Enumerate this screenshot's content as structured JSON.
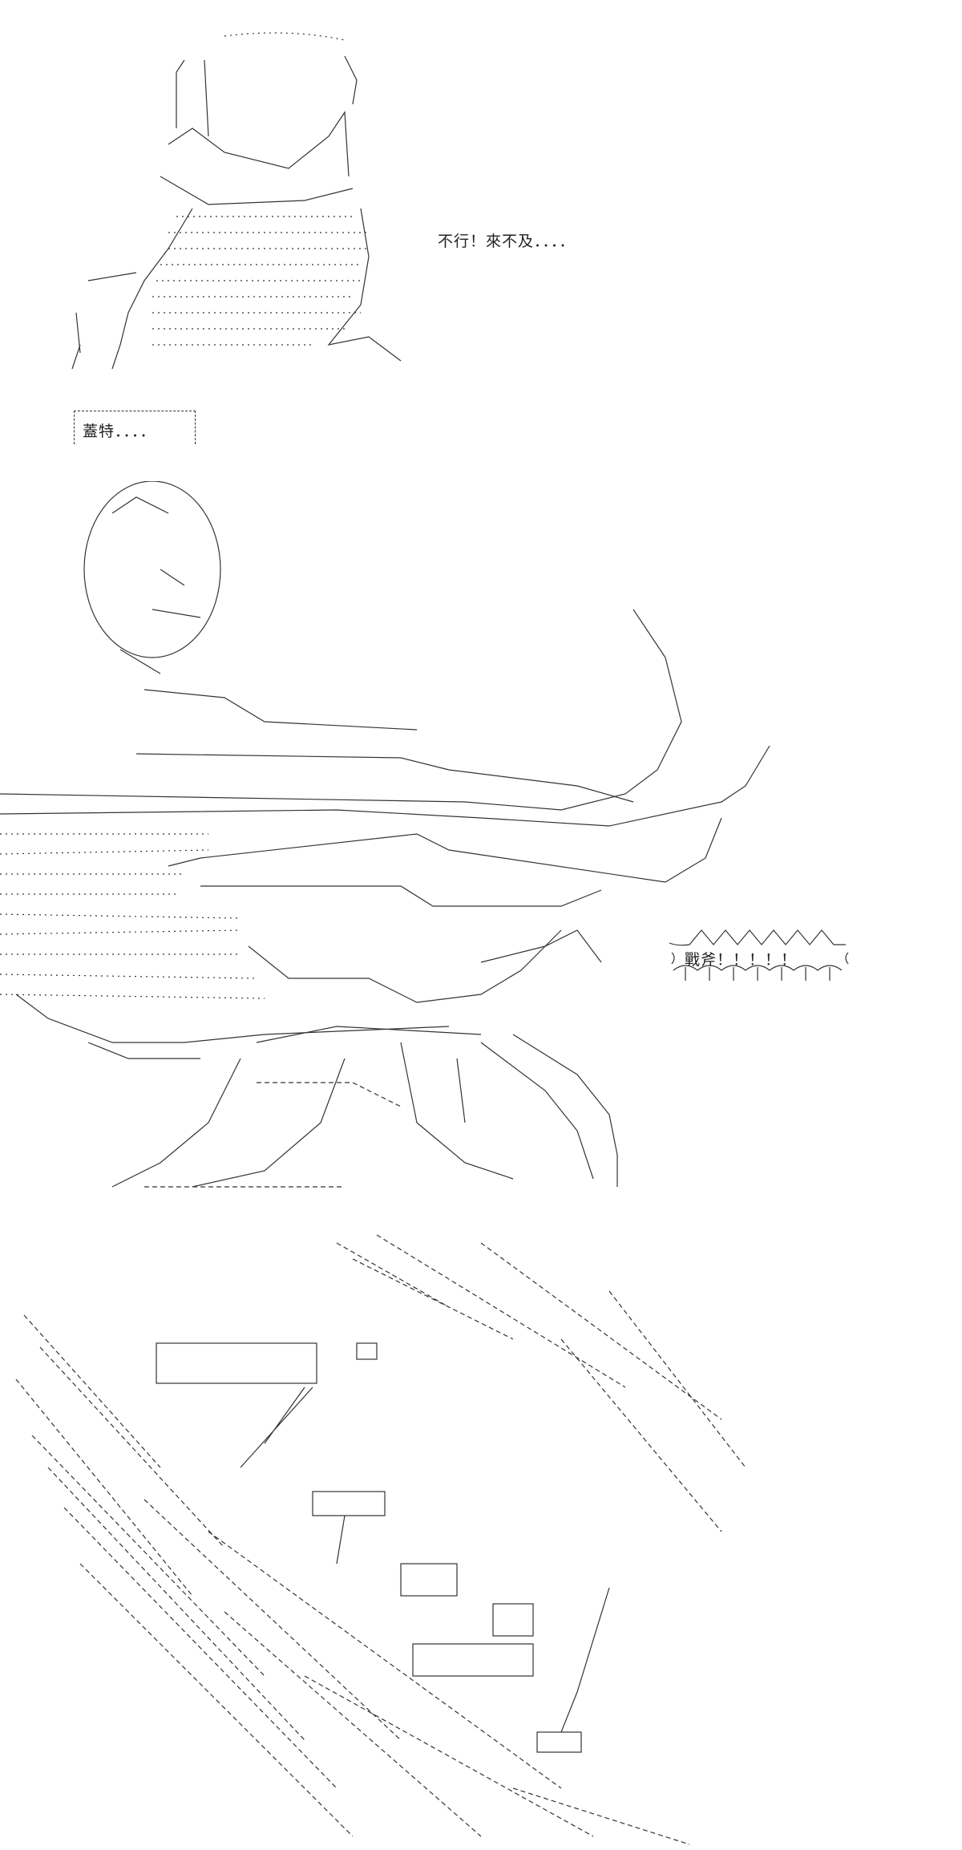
{
  "panels": [
    {
      "dialog": "不行！來不及．．．．"
    },
    {
      "speaker_box": "蓋特．．．．"
    },
    {
      "shout": "戰斧！！！！！"
    }
  ]
}
